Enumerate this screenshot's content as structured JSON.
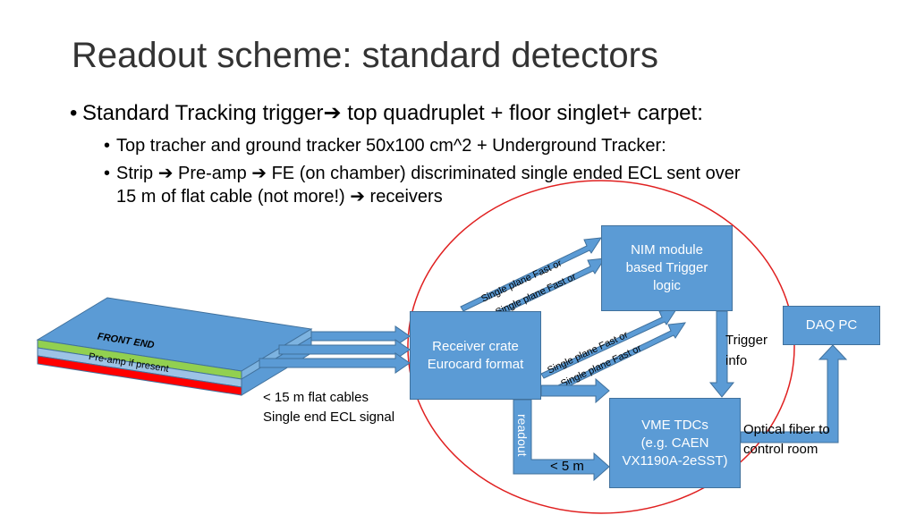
{
  "title": "Readout scheme: standard detectors",
  "bullets": {
    "main": "Standard  Tracking trigger",
    "main_tail": " top quadruplet + floor singlet+ carpet:",
    "sub1": "Top tracher and ground tracker 50x100 cm^2 + Underground Tracker:",
    "sub2_a": "Strip ",
    "sub2_b": " Pre-amp ",
    "sub2_c": " FE (on chamber) discriminated single ended ECL sent over",
    "sub2_line2_a": "15 m of flat cable (not more!) ",
    "sub2_line2_b": " receivers",
    "arrow_glyph": "➔"
  },
  "diagram": {
    "detector_front_end": "FRONT END",
    "detector_preamp": "Pre-amp if present",
    "receiver": "Receiver crate\nEurocard format",
    "nim": "NIM module\nbased Trigger\nlogic",
    "daq": "DAQ PC",
    "vme": "VME TDCs\n(e.g. CAEN\nVX1190A-2eSST)",
    "cables_label_1": "< 15 m flat cables",
    "cables_label_2": "Single end ECL signal",
    "fast_or": "Single plane Fast or",
    "trigger_info_1": "Trigger",
    "trigger_info_2": "info",
    "readout": "readout",
    "lt5m": "< 5 m",
    "optical_1": "Optical fiber to",
    "optical_2": "control room"
  },
  "colors": {
    "box_fill": "#5B9BD5",
    "box_border": "#41719C",
    "circle": "#E02020",
    "frontend_green": "#92D050",
    "preamp_red": "#FF0000"
  }
}
